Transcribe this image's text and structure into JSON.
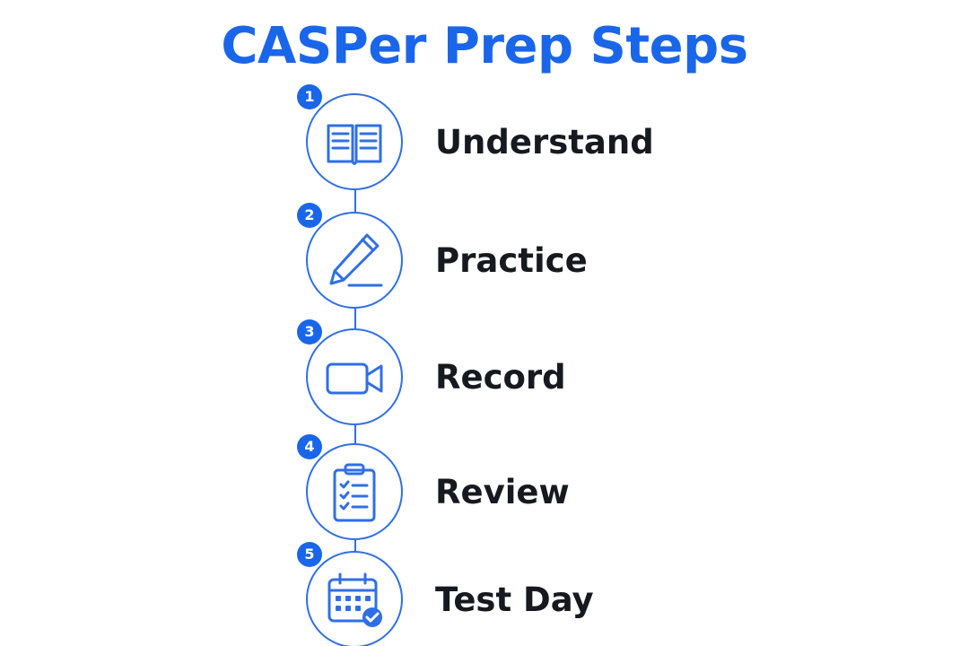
{
  "title": "CASPer Prep Steps",
  "accent_color": "#1a66ea",
  "text_color": "#16191f",
  "steps": [
    {
      "number": "1",
      "label": "Understand",
      "icon": "open-book-icon"
    },
    {
      "number": "2",
      "label": "Practice",
      "icon": "pencil-icon"
    },
    {
      "number": "3",
      "label": "Record",
      "icon": "video-camera-icon"
    },
    {
      "number": "4",
      "label": "Review",
      "icon": "clipboard-checklist-icon"
    },
    {
      "number": "5",
      "label": "Test Day",
      "icon": "calendar-check-icon"
    }
  ]
}
